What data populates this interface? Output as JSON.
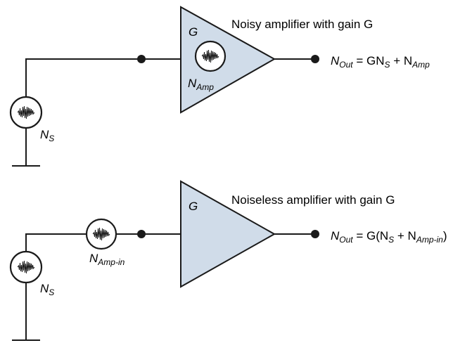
{
  "top": {
    "caption": "Noisy amplifier with gain G",
    "gain": "G",
    "source_label": {
      "main": "N",
      "sub": "S"
    },
    "amp_noise_label": {
      "main": "N",
      "sub": "Amp"
    },
    "output_eq": {
      "n": "N",
      "out_sub": "Out",
      "eq": " = GN",
      "s_sub": "S",
      "plus": " + N",
      "amp_sub": "Amp"
    }
  },
  "bottom": {
    "caption": "Noiseless amplifier with gain G",
    "gain": "G",
    "source_label": {
      "main": "N",
      "sub": "S"
    },
    "input_noise_label": {
      "main": "N",
      "sub": "Amp-in"
    },
    "output_eq": {
      "n": "N",
      "out_sub": "Out",
      "eq": " = G(N",
      "s_sub": "S",
      "plus": " + N",
      "amp_sub": "Amp-in",
      "close": ")"
    }
  },
  "colors": {
    "amplifier_fill": "#d0dce9",
    "line": "#1a1a1a"
  },
  "icons": [
    "noise-source-icon",
    "ground-icon",
    "amplifier-triangle-icon",
    "node-dot-icon"
  ]
}
